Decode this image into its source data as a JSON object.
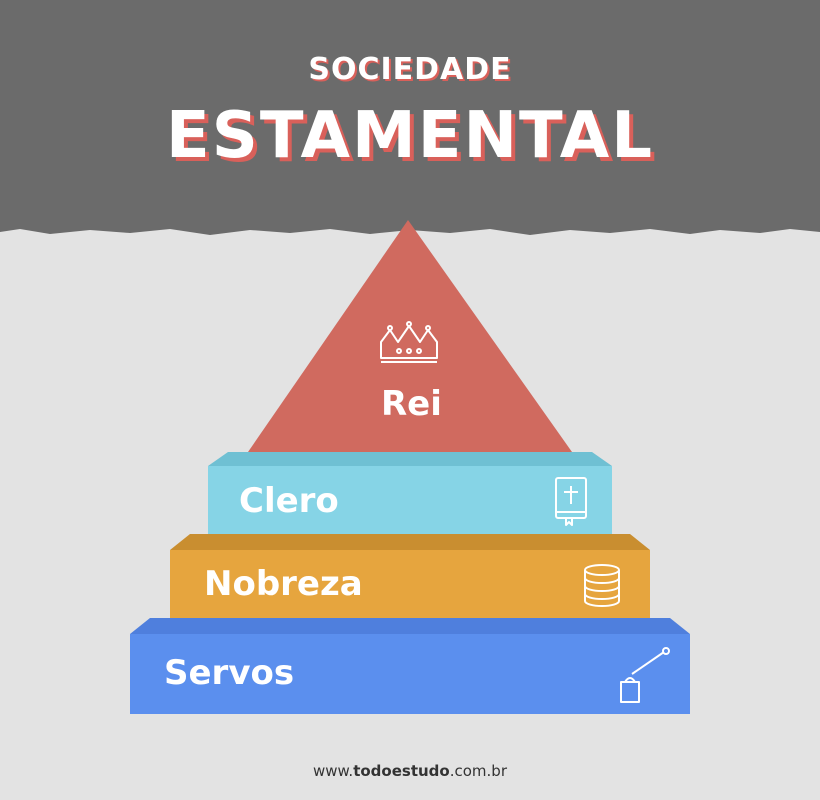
{
  "header": {
    "title_top": "SOCIEDADE",
    "title_main": "ESTAMENTAL"
  },
  "pyramid": {
    "tiers": [
      {
        "label": "Rei",
        "icon": "crown-icon",
        "color": "#d06a5f"
      },
      {
        "label": "Clero",
        "icon": "bible-icon",
        "color": "#86d4e6"
      },
      {
        "label": "Nobreza",
        "icon": "coins-icon",
        "color": "#e6a53e"
      },
      {
        "label": "Servos",
        "icon": "hoe-icon",
        "color": "#5b8fee"
      }
    ]
  },
  "footer": {
    "prefix": "www.",
    "brand": "todoestudo",
    "suffix": ".com.br"
  },
  "colors": {
    "header_band": "#6b6b6b",
    "background": "#e3e3e3",
    "title_shadow": "#d9605a"
  }
}
